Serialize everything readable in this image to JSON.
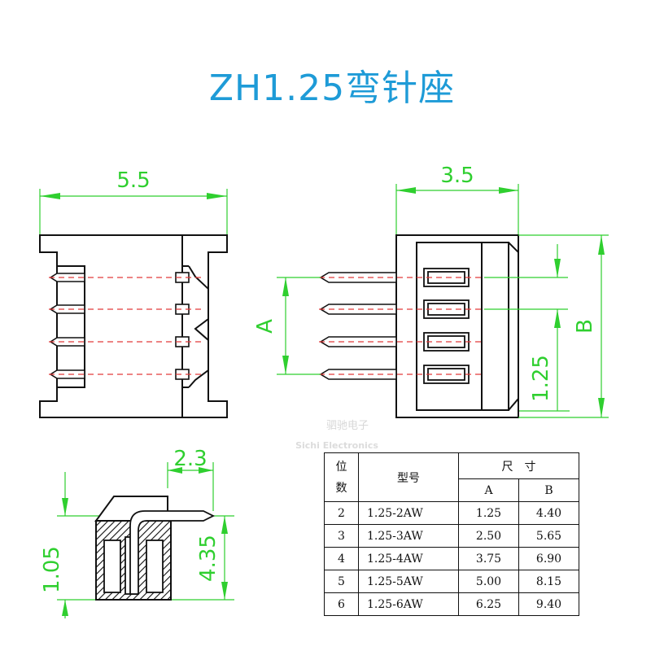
{
  "title": "ZH1.25弯针座",
  "dimensions": {
    "top_width": "5.5",
    "side_width": "3.5",
    "label_a": "A",
    "label_b": "B",
    "pitch": "1.25",
    "pin_offset": "2.3",
    "height_small": "1.05",
    "height_total": "4.35"
  },
  "watermark": {
    "cn": "驷驰电子",
    "en": "Sichi Electronics"
  },
  "colors": {
    "dimension": "#2fcf2f",
    "title": "#1e9bd7",
    "centerline": "#e23a3a",
    "outline": "#111111"
  },
  "table": {
    "header_positions_line1": "位",
    "header_positions_line2": "数",
    "header_model": "型号",
    "header_size": "尺　寸",
    "header_a": "A",
    "header_b": "B",
    "rows": [
      {
        "positions": "2",
        "model": "1.25-2AW",
        "a": "1.25",
        "b": "4.40"
      },
      {
        "positions": "3",
        "model": "1.25-3AW",
        "a": "2.50",
        "b": "5.65"
      },
      {
        "positions": "4",
        "model": "1.25-4AW",
        "a": "3.75",
        "b": "6.90"
      },
      {
        "positions": "5",
        "model": "1.25-5AW",
        "a": "5.00",
        "b": "8.15"
      },
      {
        "positions": "6",
        "model": "1.25-6AW",
        "a": "6.25",
        "b": "9.40"
      }
    ]
  }
}
